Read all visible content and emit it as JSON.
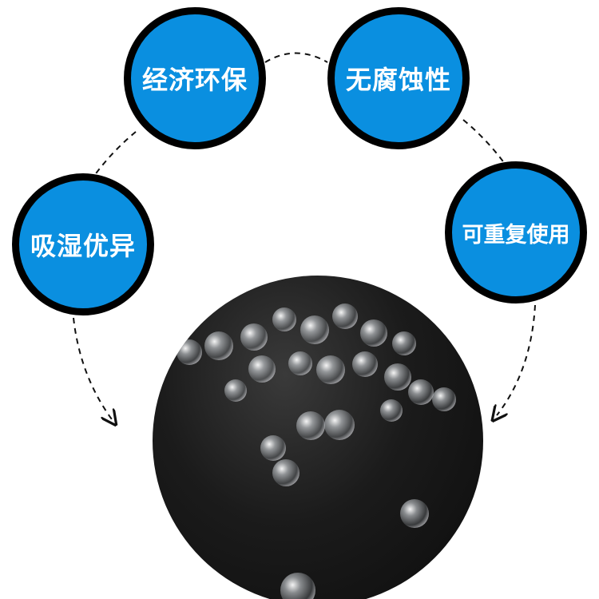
{
  "features": [
    {
      "label": "经济环保",
      "icon": "feature-badge"
    },
    {
      "label": "无腐蚀性",
      "icon": "feature-badge"
    },
    {
      "label": "吸湿优异",
      "icon": "feature-badge"
    },
    {
      "label": "可重复使用",
      "icon": "feature-badge"
    }
  ],
  "colors": {
    "badge_fill": "#0a8fe0",
    "badge_border": "#000000",
    "line": "#111111"
  }
}
